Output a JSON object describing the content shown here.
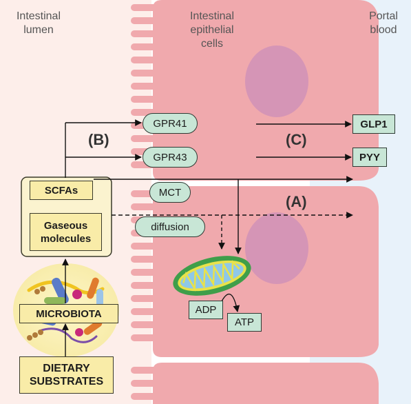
{
  "regions": {
    "lumen": [
      "Intestinal",
      "lumen"
    ],
    "epithelium": [
      "Intestinal",
      "epithelial",
      "cells"
    ],
    "blood": [
      "Portal",
      "blood"
    ]
  },
  "receptors": {
    "gpr41": "GPR41",
    "gpr43": "GPR43",
    "mct": "MCT",
    "diffusion": "diffusion"
  },
  "outputs": {
    "glp1": "GLP1",
    "pyy": "PYY",
    "adp": "ADP",
    "atp": "ATP"
  },
  "lumen_boxes": {
    "scfas": "SCFAs",
    "gaseous": [
      "Gaseous",
      "molecules"
    ],
    "microbiota": "MICROBIOTA",
    "dietary": [
      "DIETARY",
      "SUBSTRATES"
    ]
  },
  "pathways": {
    "a": "(A)",
    "b": "(B)",
    "c": "(C)"
  },
  "colors": {
    "lumen_bg": "#fdeeea",
    "cell": "#f0a9ad",
    "nucleus": "#d595b6",
    "blood_bg": "#e8f2fa",
    "label_fill": "#c8e6d6",
    "box_fill": "#f9eca8",
    "mitochondrion": "#3f9e4a",
    "mito_inner": "#8fc8e8"
  }
}
